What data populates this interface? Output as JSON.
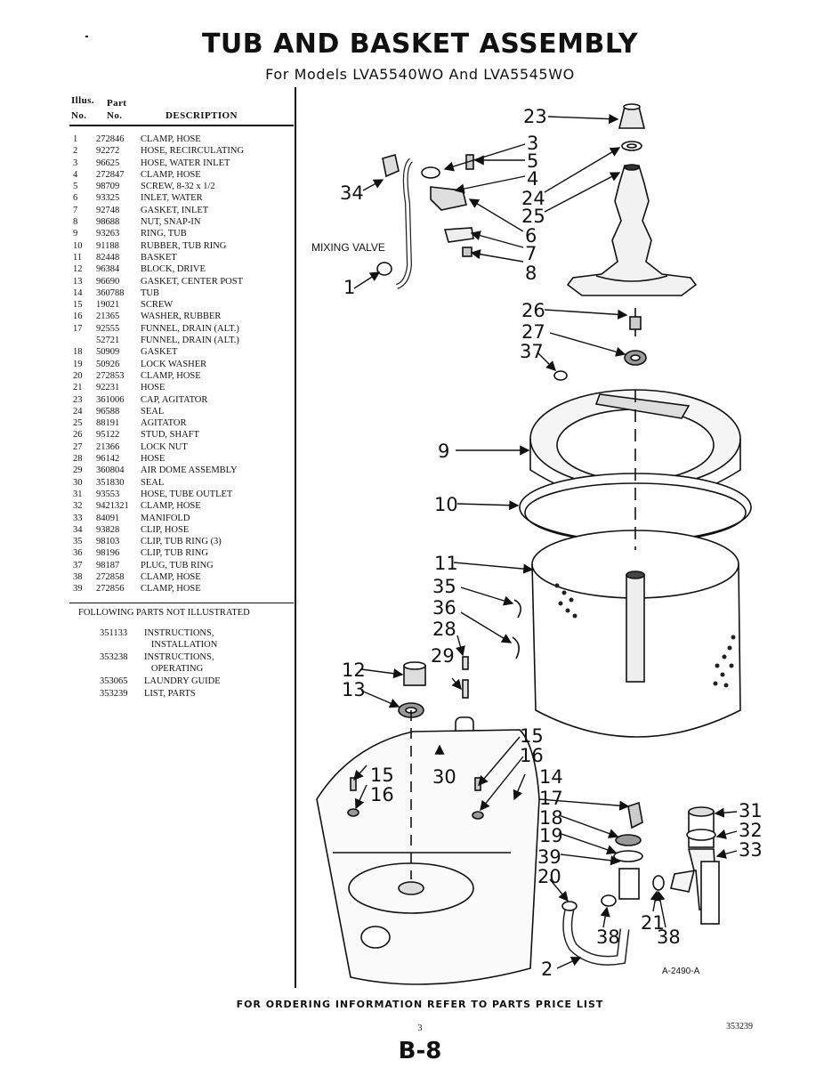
{
  "title": "TUB AND BASKET ASSEMBLY",
  "subtitle": "For Models LVA5540WO And LVA5545WO",
  "table_header": {
    "illus_label": "Illus.",
    "part_label": "Part",
    "no_label_1": "No.",
    "no_label_2": "No.",
    "description_label": "DESCRIPTION"
  },
  "parts": [
    {
      "no": "1",
      "part": "272846",
      "desc": "CLAMP, HOSE"
    },
    {
      "no": "2",
      "part": "92272",
      "desc": "HOSE, RECIRCULATING"
    },
    {
      "no": "3",
      "part": "96625",
      "desc": "HOSE, WATER INLET"
    },
    {
      "no": "4",
      "part": "272847",
      "desc": "CLAMP, HOSE"
    },
    {
      "no": "5",
      "part": "98709",
      "desc": "SCREW, 8-32 x 1/2"
    },
    {
      "no": "6",
      "part": "93325",
      "desc": "INLET, WATER"
    },
    {
      "no": "7",
      "part": "92748",
      "desc": "GASKET, INLET"
    },
    {
      "no": "8",
      "part": "98688",
      "desc": "NUT, SNAP-IN"
    },
    {
      "no": "9",
      "part": "93263",
      "desc": "RING, TUB"
    },
    {
      "no": "10",
      "part": "91188",
      "desc": "RUBBER, TUB RING"
    },
    {
      "no": "11",
      "part": "82448",
      "desc": "BASKET"
    },
    {
      "no": "12",
      "part": "96384",
      "desc": "BLOCK, DRIVE"
    },
    {
      "no": "13",
      "part": "96690",
      "desc": "GASKET, CENTER POST"
    },
    {
      "no": "14",
      "part": "360788",
      "desc": "TUB"
    },
    {
      "no": "15",
      "part": "19021",
      "desc": "SCREW"
    },
    {
      "no": "16",
      "part": "21365",
      "desc": "WASHER, RUBBER"
    },
    {
      "no": "17",
      "part": "92555",
      "desc": "FUNNEL, DRAIN (ALT.)"
    },
    {
      "no": "",
      "part": "52721",
      "desc": "FUNNEL, DRAIN (ALT.)"
    },
    {
      "no": "18",
      "part": "50909",
      "desc": "GASKET"
    },
    {
      "no": "19",
      "part": "50926",
      "desc": "LOCK WASHER"
    },
    {
      "no": "20",
      "part": "272853",
      "desc": "CLAMP, HOSE"
    },
    {
      "no": "21",
      "part": "92231",
      "desc": "HOSE"
    },
    {
      "no": "23",
      "part": "361006",
      "desc": "CAP, AGITATOR"
    },
    {
      "no": "24",
      "part": "96588",
      "desc": "SEAL"
    },
    {
      "no": "25",
      "part": "88191",
      "desc": "AGITATOR"
    },
    {
      "no": "26",
      "part": "95122",
      "desc": "STUD, SHAFT"
    },
    {
      "no": "27",
      "part": "21366",
      "desc": "LOCK NUT"
    },
    {
      "no": "28",
      "part": "96142",
      "desc": "HOSE"
    },
    {
      "no": "29",
      "part": "360804",
      "desc": "AIR DOME ASSEMBLY"
    },
    {
      "no": "30",
      "part": "351830",
      "desc": "SEAL"
    },
    {
      "no": "31",
      "part": "93553",
      "desc": "HOSE, TUBE OUTLET"
    },
    {
      "no": "32",
      "part": "9421321",
      "desc": "CLAMP, HOSE"
    },
    {
      "no": "33",
      "part": "84091",
      "desc": "MANIFOLD"
    },
    {
      "no": "34",
      "part": "93828",
      "desc": "CLIP, HOSE"
    },
    {
      "no": "35",
      "part": "98103",
      "desc": "CLIP, TUB RING (3)"
    },
    {
      "no": "36",
      "part": "98196",
      "desc": "CLIP, TUB RING"
    },
    {
      "no": "37",
      "part": "98187",
      "desc": "PLUG, TUB RING"
    },
    {
      "no": "38",
      "part": "272858",
      "desc": "CLAMP, HOSE"
    },
    {
      "no": "39",
      "part": "272856",
      "desc": "CLAMP, HOSE"
    }
  ],
  "following_label": "FOLLOWING PARTS NOT ILLUSTRATED",
  "extra_parts": [
    {
      "part": "351133",
      "desc": "INSTRUCTIONS,\n   INSTALLATION"
    },
    {
      "part": "353238",
      "desc": "INSTRUCTIONS,\n   OPERATING"
    },
    {
      "part": "353065",
      "desc": "LAUNDRY GUIDE"
    },
    {
      "part": "353239",
      "desc": "LIST, PARTS"
    }
  ],
  "diagram": {
    "mixing_valve_label": "MIXING VALVE",
    "drawing_code": "A-2490-A",
    "callouts": [
      "23",
      "3",
      "5",
      "4",
      "34",
      "24",
      "25",
      "6",
      "7",
      "8",
      "1",
      "26",
      "27",
      "37",
      "9",
      "10",
      "11",
      "35",
      "36",
      "28",
      "29",
      "12",
      "13",
      "15",
      "16",
      "30",
      "15",
      "16",
      "14",
      "17",
      "18",
      "19",
      "39",
      "20",
      "21",
      "38",
      "38",
      "2",
      "31",
      "32",
      "33"
    ]
  },
  "footer": "FOR ORDERING INFORMATION REFER TO PARTS PRICE LIST",
  "page_number": "3",
  "doc_number": "353239",
  "section": "B-8"
}
